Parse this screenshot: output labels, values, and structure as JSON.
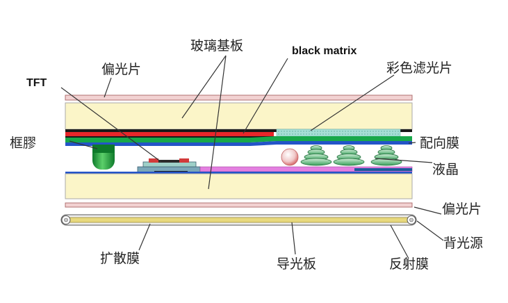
{
  "labels": {
    "polarizer_top": "偏光片",
    "glass_substrate": "玻璃基板",
    "black_matrix": "black matrix",
    "color_filter": "彩色滤光片",
    "tft": "TFT",
    "sealant": "框膠",
    "alignment_film": "配向膜",
    "liquid_crystal": "液晶",
    "polarizer_bottom": "偏光片",
    "backlight": "背光源",
    "diffuser_film": "扩散膜",
    "light_guide_plate": "导光板",
    "reflector_film": "反射膜"
  },
  "colors": {
    "glass": "#fbf5c8",
    "glass_edge": "#a9a9a9",
    "polarizer": "#f2d2d2",
    "polarizer_edge": "#b07070",
    "black_matrix_red": "#e8262a",
    "black_matrix_black": "#1a1a1a",
    "color_filter_green": "#18a84a",
    "color_filter_cyan": "#a7dfd6",
    "alignment_blue": "#2454c8",
    "sealant_green": "#23a340",
    "tft_pink": "#e47fe0",
    "light_guide": "#e8d97e",
    "leader": "#333333"
  }
}
